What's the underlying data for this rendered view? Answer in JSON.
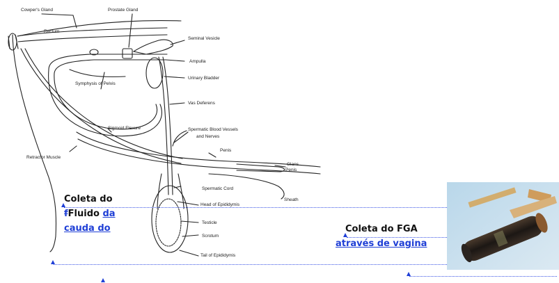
{
  "diagram": {
    "labels": {
      "cowpers_gland": "Cowper's Gland",
      "prostate_gland": "Prostate Gland",
      "rectum": "Rectum",
      "seminal_vesicle": "Seminal Vesicle",
      "ampulla": "Ampulla",
      "symphysis_of_pelvis": "Symphysis of Pelvis",
      "urinary_bladder": "Urinary Bladder",
      "vas_deferens": "Vas Deferens",
      "sigmoid_flexure": "Sigmoid Flexure",
      "spermatic_blood_vessels_1": "Spermatic Blood Vessels",
      "spermatic_blood_vessels_2": "and Nerves",
      "retractor_muscle": "Retractor Muscle",
      "penis": "Penis",
      "glans_penis_1": "Glans",
      "glans_penis_2": "Penis",
      "spermatic_cord": "Spermatic Cord",
      "sheath": "Sheath",
      "head_of_epididymis": "Head of Epididymis",
      "testicle": "Testicle",
      "scrotum": "Scrotum",
      "tail_of_epididymis": "Tail of Epididymis"
    }
  },
  "annotations": {
    "left": {
      "line1": "Coleta do",
      "struck": "f",
      "fluido": "Fluido",
      "link1": "da",
      "link2": "cauda do"
    },
    "right": {
      "line1": "Coleta do FGA",
      "link": "através de vagina"
    }
  },
  "colors": {
    "link": "#1f3fd6",
    "marker": "#1f3fd6",
    "drawing": "#222222"
  }
}
